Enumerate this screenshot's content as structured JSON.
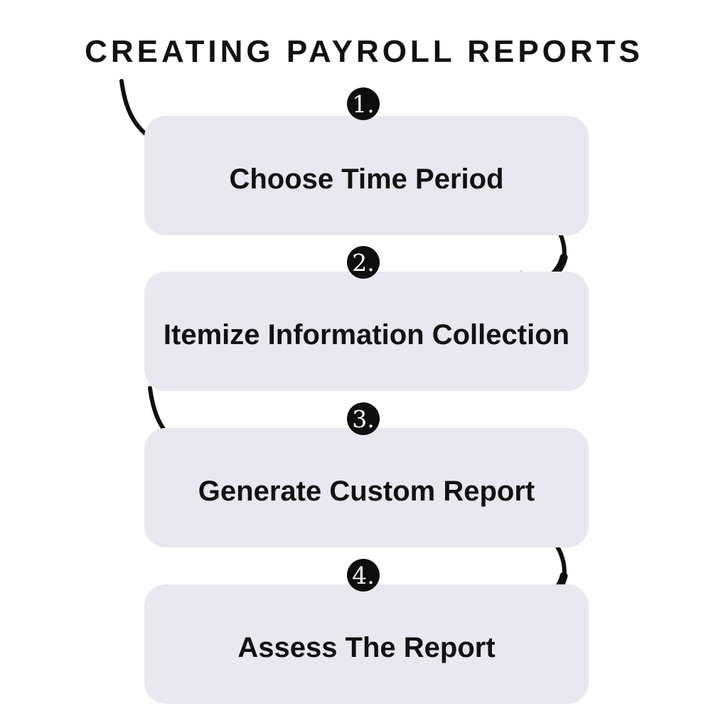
{
  "title": "CREATING PAYROLL REPORTS",
  "steps": [
    {
      "number": "1.",
      "label": "Choose Time Period"
    },
    {
      "number": "2.",
      "label": "Itemize Information Collection"
    },
    {
      "number": "3.",
      "label": "Generate Custom Report"
    },
    {
      "number": "4.",
      "label": "Assess The Report"
    }
  ],
  "arrows": [
    {
      "name": "brush-arrow-down-right-icon",
      "from": "title",
      "to": "step-1"
    },
    {
      "name": "brush-arrow-down-left-icon",
      "from": "step-1",
      "to": "step-2"
    },
    {
      "name": "brush-arrow-down-right-icon",
      "from": "step-2",
      "to": "step-3"
    },
    {
      "name": "brush-arrow-down-left-icon",
      "from": "step-3",
      "to": "step-4"
    }
  ],
  "colors": {
    "background": "#FFFFFF",
    "box_fill": "#E9E7EF",
    "text": "#121212",
    "badge_bg": "#0E0E0E",
    "badge_text": "#FFFFFF",
    "arrow": "#101010"
  }
}
